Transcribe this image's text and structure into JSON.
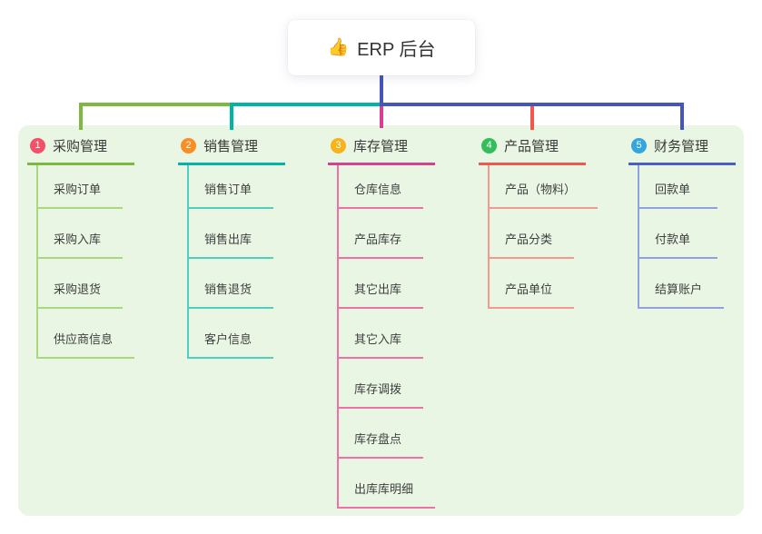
{
  "root": {
    "emoji": "👍",
    "label": "ERP 后台"
  },
  "branches": [
    {
      "badge": "1",
      "label": "采购管理",
      "badge_color": "#f4506a",
      "line_color": "#7cb93e",
      "sub_line_color": "#a9d87f",
      "items": [
        "采购订单",
        "采购入库",
        "采购退货",
        "供应商信息"
      ]
    },
    {
      "badge": "2",
      "label": "销售管理",
      "badge_color": "#fb8d22",
      "line_color": "#00b5a5",
      "sub_line_color": "#4ecfc0",
      "items": [
        "销售订单",
        "销售出库",
        "销售退货",
        "客户信息"
      ]
    },
    {
      "badge": "3",
      "label": "库存管理",
      "badge_color": "#f9b21a",
      "line_color": "#d6408e",
      "sub_line_color": "#f070a8",
      "items": [
        "仓库信息",
        "产品库存",
        "其它出库",
        "其它入库",
        "库存调拨",
        "库存盘点",
        "出库库明细"
      ]
    },
    {
      "badge": "4",
      "label": "产品管理",
      "badge_color": "#33bd5b",
      "line_color": "#f2564d",
      "sub_line_color": "#f59890",
      "items": [
        "产品（物料）",
        "产品分类",
        "产品单位"
      ]
    },
    {
      "badge": "5",
      "label": "财务管理",
      "badge_color": "#33a6e0",
      "line_color": "#4a5fc6",
      "sub_line_color": "#8fa3e0",
      "items": [
        "回款单",
        "付款单",
        "结算账户"
      ]
    }
  ],
  "colors": {
    "panel_bg": "#e8f6e3",
    "root_connector": "#4455bd",
    "branch1_connector": "#7cb93e",
    "branch2_connector": "#00b5a5",
    "branch3_connector": "#d6408e",
    "branch4_connector": "#f2564d",
    "branch5_connector": "#4a5fc6"
  }
}
